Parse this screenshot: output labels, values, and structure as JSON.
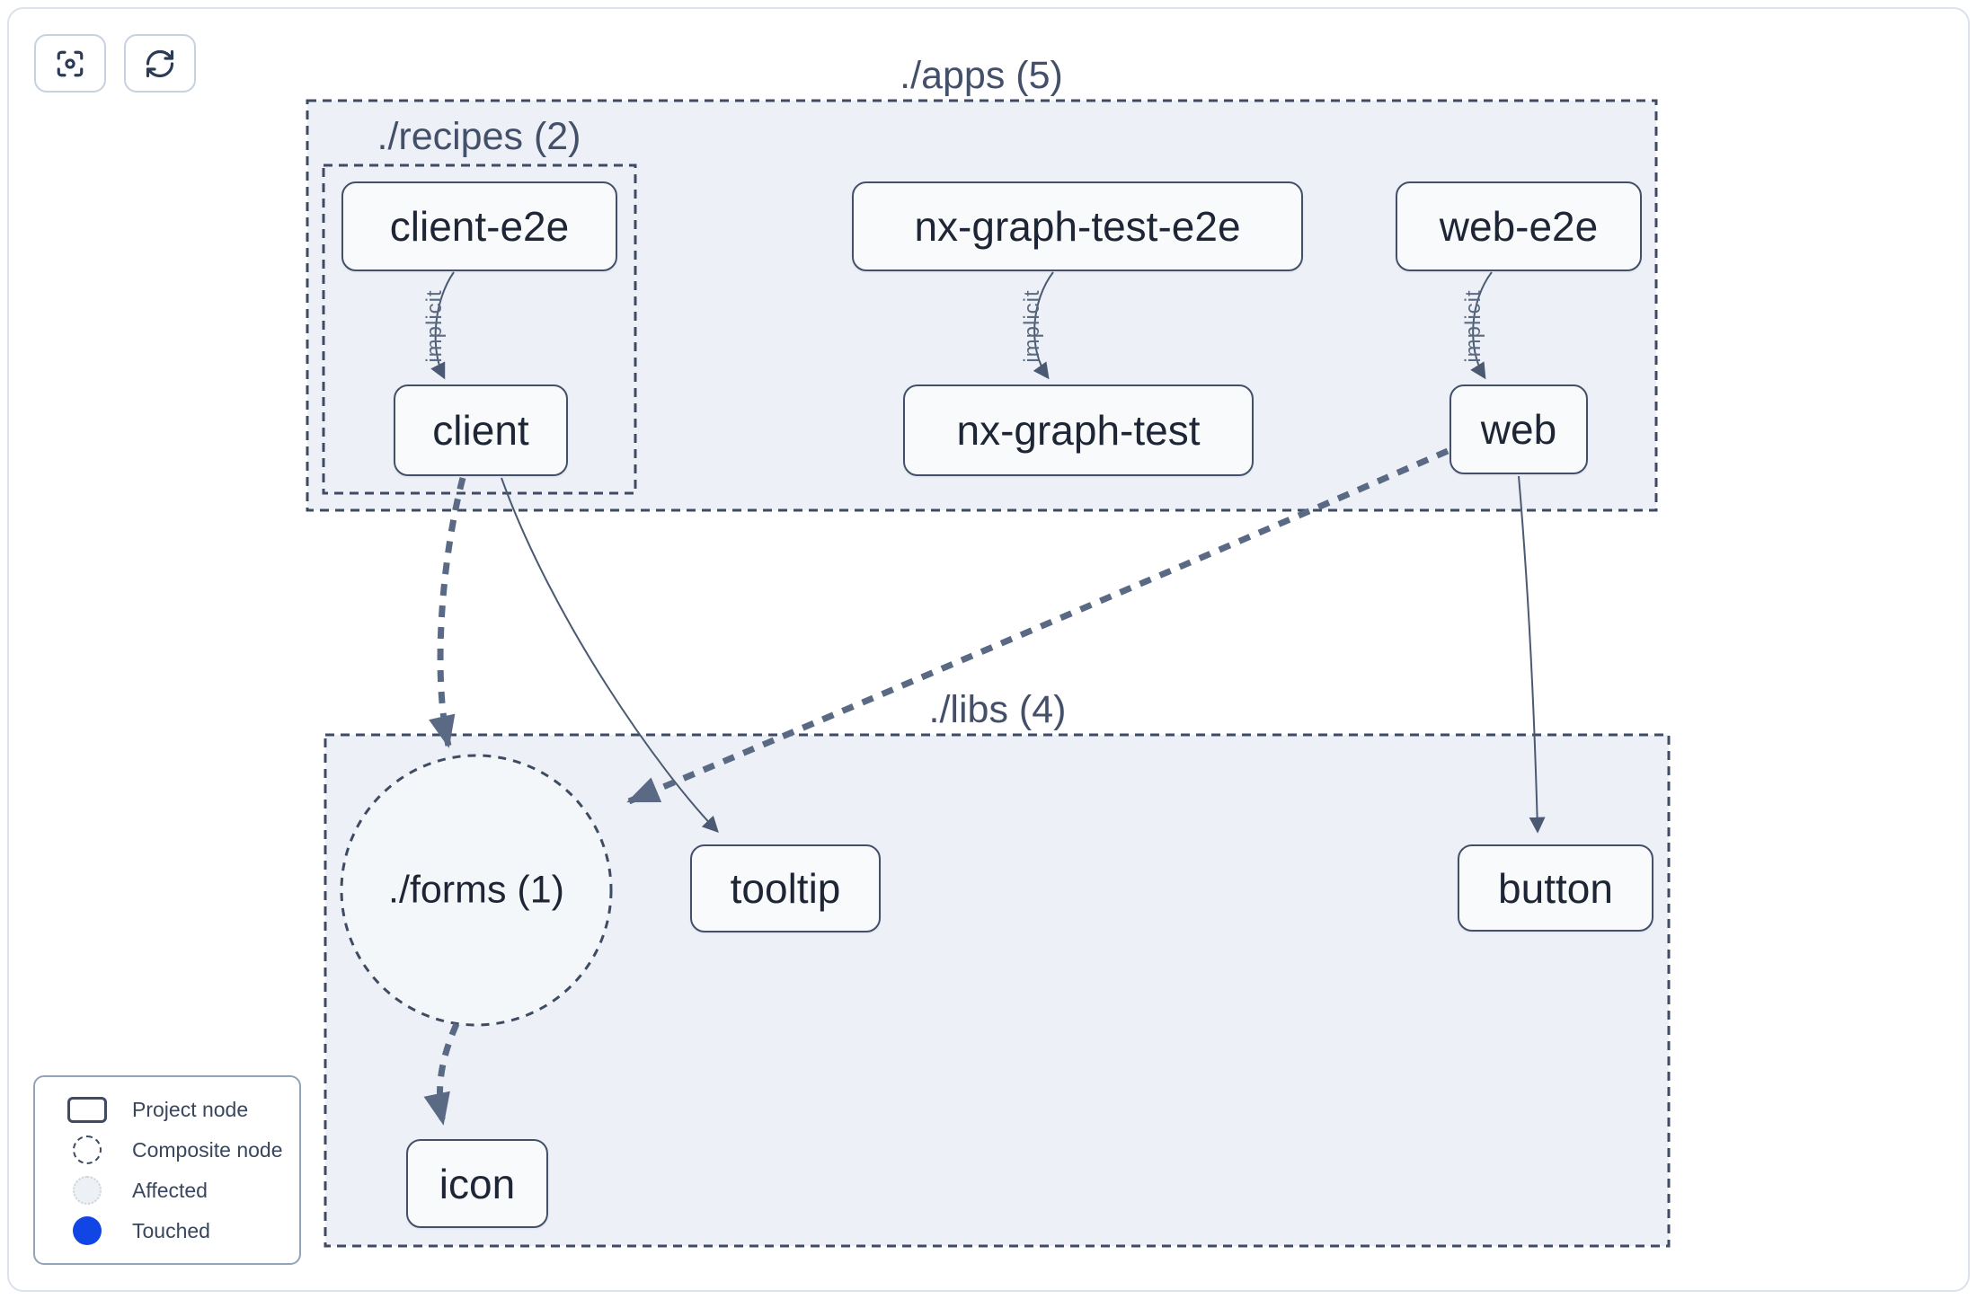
{
  "toolbar": {
    "buttons": [
      {
        "name": "focus",
        "icon": "focus-icon"
      },
      {
        "name": "refresh",
        "icon": "refresh-icon"
      }
    ]
  },
  "graph": {
    "containers": [
      {
        "id": "apps",
        "label": "./apps (5)",
        "count": 5
      },
      {
        "id": "recipes",
        "label": "./recipes (2)",
        "count": 2
      },
      {
        "id": "libs",
        "label": "./libs (4)",
        "count": 4
      }
    ],
    "composite_nodes": [
      {
        "id": "forms",
        "label": "./forms (1)",
        "count": 1
      }
    ],
    "project_nodes": [
      {
        "id": "client-e2e",
        "label": "client-e2e"
      },
      {
        "id": "nx-graph-test-e2e",
        "label": "nx-graph-test-e2e"
      },
      {
        "id": "web-e2e",
        "label": "web-e2e"
      },
      {
        "id": "client",
        "label": "client"
      },
      {
        "id": "nx-graph-test",
        "label": "nx-graph-test"
      },
      {
        "id": "web",
        "label": "web"
      },
      {
        "id": "tooltip",
        "label": "tooltip"
      },
      {
        "id": "button",
        "label": "button"
      },
      {
        "id": "icon",
        "label": "icon"
      }
    ],
    "edges": [
      {
        "from": "client-e2e",
        "to": "client",
        "type": "implicit",
        "label": "implicit"
      },
      {
        "from": "nx-graph-test-e2e",
        "to": "nx-graph-test",
        "type": "implicit",
        "label": "implicit"
      },
      {
        "from": "web-e2e",
        "to": "web",
        "type": "implicit",
        "label": "implicit"
      },
      {
        "from": "client",
        "to": "./forms",
        "type": "composite-dashed"
      },
      {
        "from": "client",
        "to": "tooltip",
        "type": "direct"
      },
      {
        "from": "web",
        "to": "./forms",
        "type": "composite-dashed"
      },
      {
        "from": "web",
        "to": "button",
        "type": "direct"
      },
      {
        "from": "./forms",
        "to": "icon",
        "type": "composite-dashed"
      }
    ]
  },
  "legend": {
    "items": [
      {
        "swatch": "project-rect",
        "label": "Project node"
      },
      {
        "swatch": "composite-circle",
        "label": "Composite node"
      },
      {
        "swatch": "affected-circle",
        "label": "Affected"
      },
      {
        "swatch": "touched-circle",
        "label": "Touched"
      }
    ]
  },
  "colors": {
    "container_fill": "#edf1f7",
    "composite_fill": "#f4f7fa",
    "node_border": "#44506a",
    "edge": "#4b5a72",
    "edge_thick": "#5a6a84",
    "touched_blue": "#1146e5"
  }
}
